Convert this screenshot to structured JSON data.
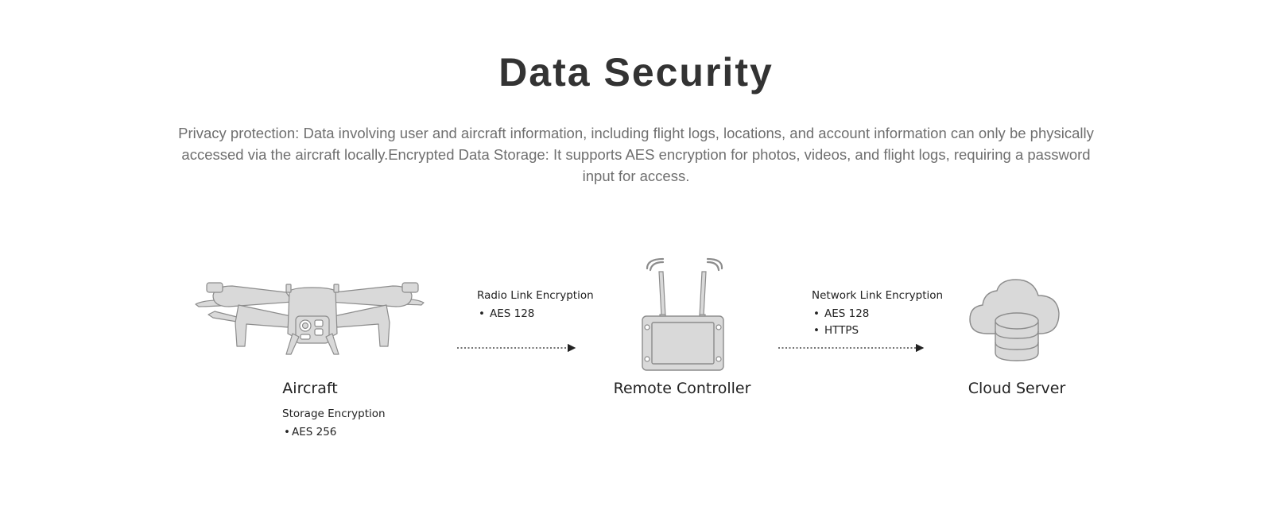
{
  "page": {
    "title": "Data Security",
    "description": "Privacy protection: Data involving user and aircraft information, including flight logs, locations, and account information can only be physically accessed via the aircraft locally.Encrypted Data Storage: It supports AES encryption for photos, videos, and flight logs, requiring a password input for access."
  },
  "diagram": {
    "nodes": [
      {
        "id": "aircraft",
        "label": "Aircraft",
        "icon": "drone-icon"
      },
      {
        "id": "remote_controller",
        "label": "Remote Controller",
        "icon": "remote-controller-icon"
      },
      {
        "id": "cloud_server",
        "label": "Cloud Server",
        "icon": "cloud-database-icon"
      }
    ],
    "storage_encryption": {
      "title": "Storage Encryption",
      "items": [
        "AES 256"
      ]
    },
    "links": [
      {
        "from": "aircraft",
        "to": "remote_controller",
        "title": "Radio Link Encryption",
        "items": [
          "AES 128"
        ]
      },
      {
        "from": "remote_controller",
        "to": "cloud_server",
        "title": "Network Link Encryption",
        "items": [
          "AES 128",
          "HTTPS"
        ]
      }
    ],
    "colors": {
      "icon_fill": "#d9d9d9",
      "icon_stroke": "#8c8c8c",
      "title_text": "#333333",
      "body_text": "#6f6f6f",
      "label_text": "#222222"
    }
  }
}
